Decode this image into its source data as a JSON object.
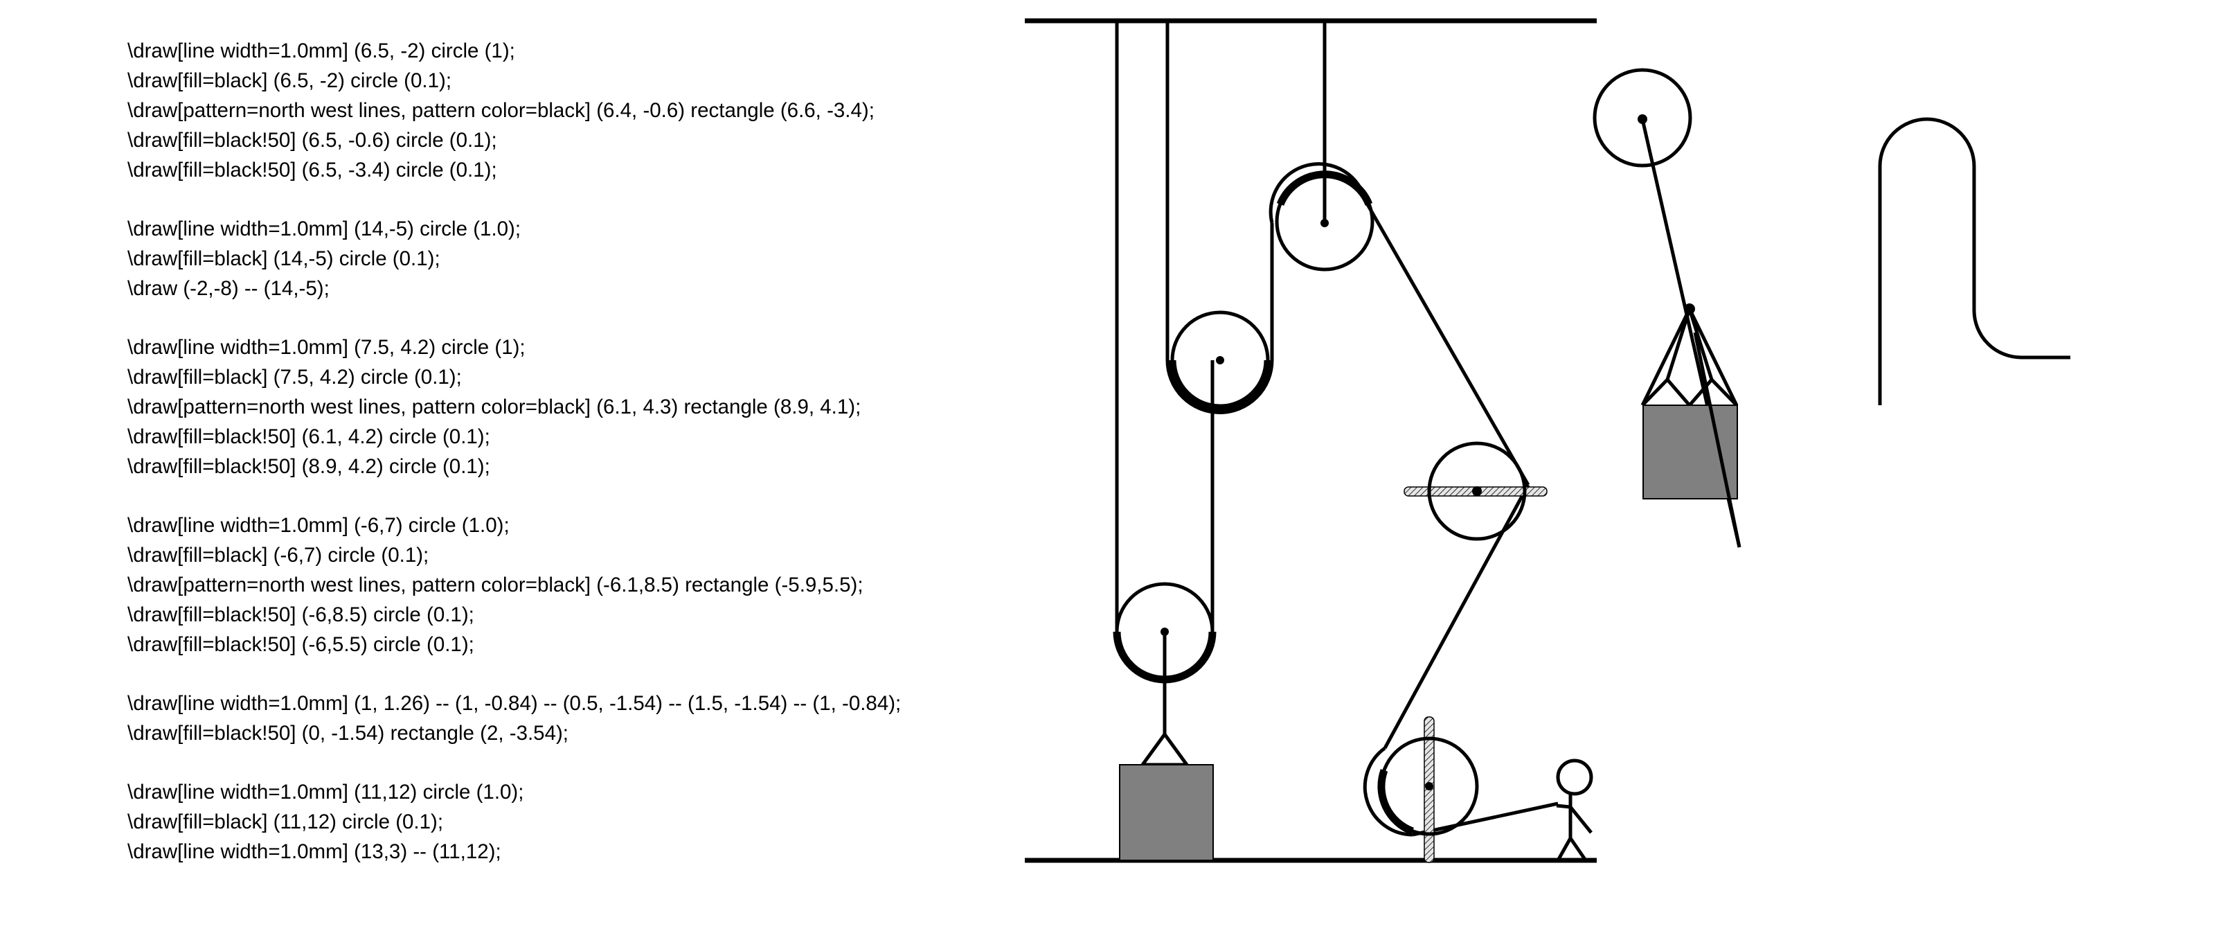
{
  "code_blocks": [
    {
      "lines": [
        "\\draw[line width=1.0mm] (6.5, -2) circle (1);",
        "\\draw[fill=black] (6.5, -2) circle (0.1);",
        "\\draw[pattern=north west lines, pattern color=black] (6.4, -0.6) rectangle (6.6, -3.4);",
        "\\draw[fill=black!50] (6.5, -0.6) circle (0.1);",
        "\\draw[fill=black!50] (6.5, -3.4) circle (0.1);"
      ]
    },
    {
      "lines": [
        "\\draw[line width=1.0mm] (14,-5) circle (1.0);",
        "\\draw[fill=black] (14,-5) circle (0.1);",
        "\\draw (-2,-8) -- (14,-5);"
      ]
    },
    {
      "lines": [
        "\\draw[line width=1.0mm] (7.5, 4.2) circle (1);",
        "\\draw[fill=black] (7.5, 4.2) circle (0.1);",
        "\\draw[pattern=north west lines, pattern color=black] (6.1, 4.3) rectangle (8.9, 4.1);",
        "\\draw[fill=black!50] (6.1, 4.2) circle (0.1);",
        "\\draw[fill=black!50] (8.9, 4.2) circle (0.1);"
      ]
    },
    {
      "lines": [
        "\\draw[line width=1.0mm] (-6,7) circle (1.0);",
        "\\draw[fill=black] (-6,7) circle (0.1);",
        "\\draw[pattern=north west lines, pattern color=black] (-6.1,8.5) rectangle (-5.9,5.5);",
        "\\draw[fill=black!50] (-6,8.5) circle (0.1);",
        "\\draw[fill=black!50] (-6,5.5) circle (0.1);"
      ]
    },
    {
      "lines": [
        "\\draw[line width=1.0mm] (1, 1.26) -- (1, -0.84) -- (0.5, -1.54) -- (1.5, -1.54) -- (1, -0.84);",
        "\\draw[fill=black!50] (0, -1.54) rectangle (2, -3.54);"
      ]
    },
    {
      "lines": [
        "\\draw[line width=1.0mm] (11,12) circle (1.0);",
        "\\draw[fill=black] (11,12) circle (0.1);",
        "\\draw[line width=1.0mm] (13,3) -- (11,12);"
      ]
    }
  ],
  "colors": {
    "ink": "#000000",
    "box_fill": "#808080",
    "bar_fill": "#c8c8c8"
  }
}
